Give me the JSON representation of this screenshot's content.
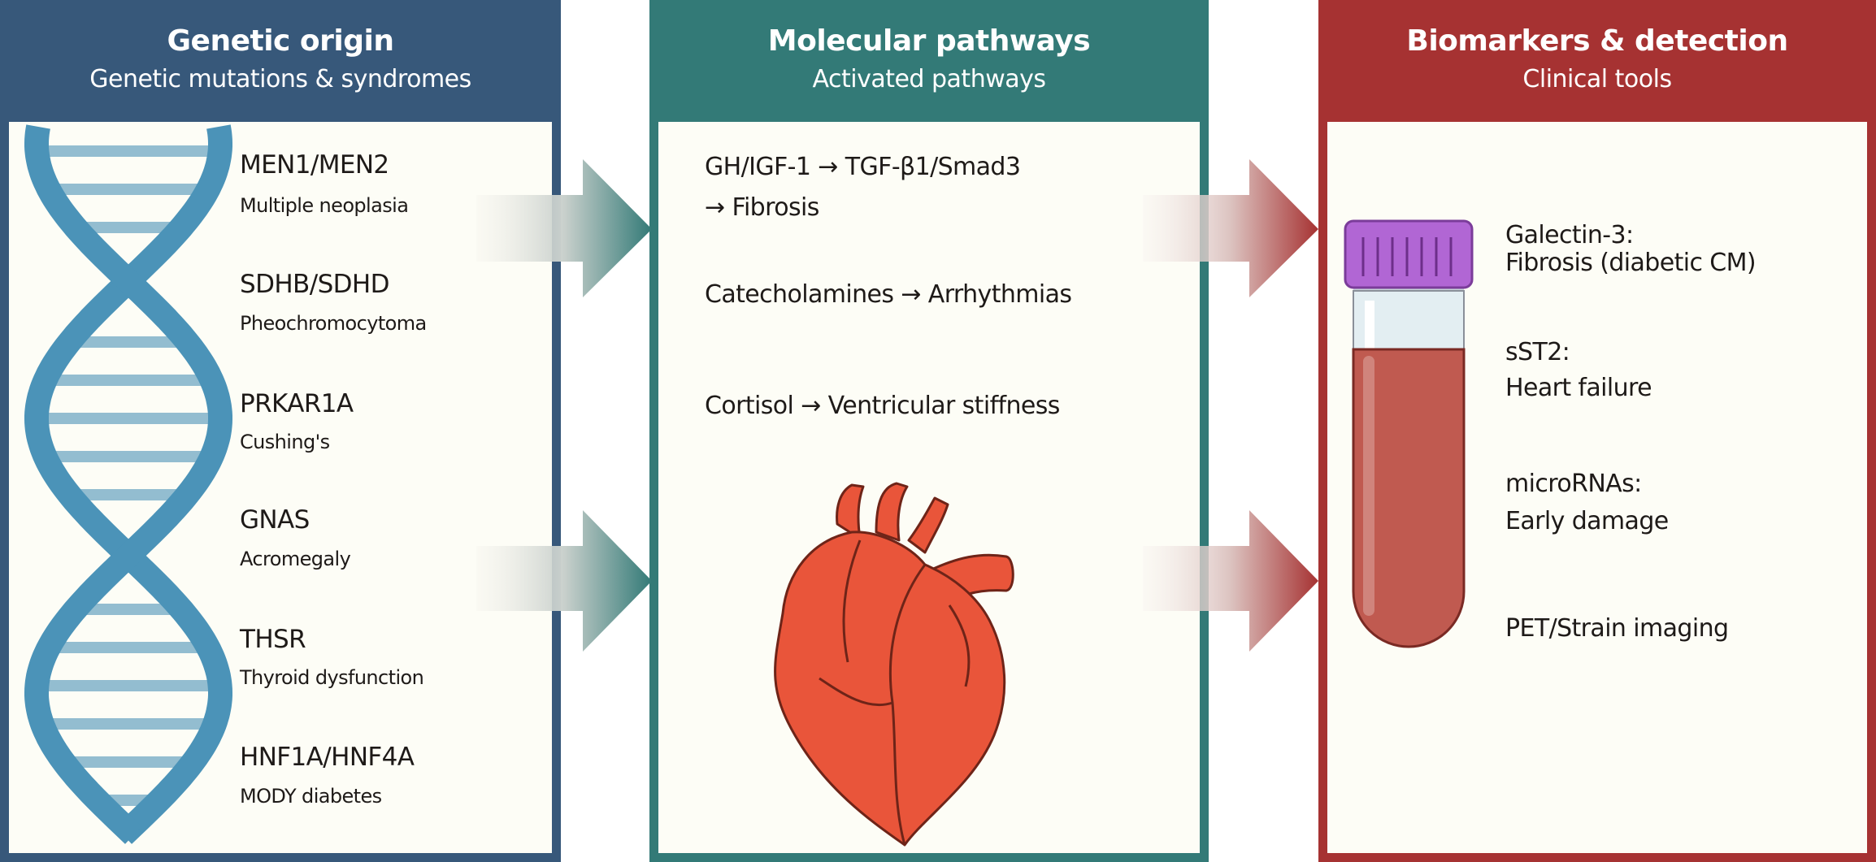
{
  "colors": {
    "genetic": "#37587a",
    "molecular": "#337a77",
    "biomarkers": "#a63232",
    "panel_bg": "#fdfdf6"
  },
  "panels": {
    "genetic": {
      "title": "Genetic origin",
      "subtitle": "Genetic mutations & syndromes",
      "icon": "dna-icon",
      "items": [
        {
          "gene": "MEN1/MEN2",
          "desc": "Multiple neoplasia"
        },
        {
          "gene": "SDHB/SDHD",
          "desc": "Pheochromocytoma"
        },
        {
          "gene": "PRKAR1A",
          "desc": "Cushing's"
        },
        {
          "gene": "GNAS",
          "desc": "Acromegaly"
        },
        {
          "gene": "THSR",
          "desc": "Thyroid dysfunction"
        },
        {
          "gene": "HNF1A/HNF4A",
          "desc": "MODY diabetes"
        }
      ]
    },
    "molecular": {
      "title": "Molecular pathways",
      "subtitle": "Activated pathways",
      "icon": "heart-icon",
      "pathways": [
        {
          "line1": "GH/IGF-1 → TGF-β1/Smad3",
          "line2": "→ Fibrosis"
        },
        {
          "line1": "Catecholamines → Arrhythmias"
        },
        {
          "line1": "Cortisol → Ventricular stiffness"
        }
      ]
    },
    "biomarkers": {
      "title": "Biomarkers & detection",
      "subtitle": "Clinical tools",
      "icon": "blood-tube-icon",
      "items": [
        {
          "name": "Galectin-3:",
          "desc": "Fibrosis (diabetic CM)"
        },
        {
          "name": "sST2:",
          "desc": "Heart failure"
        },
        {
          "name": "microRNAs:",
          "desc": "Early damage"
        },
        {
          "name": "PET/Strain imaging"
        }
      ]
    }
  }
}
